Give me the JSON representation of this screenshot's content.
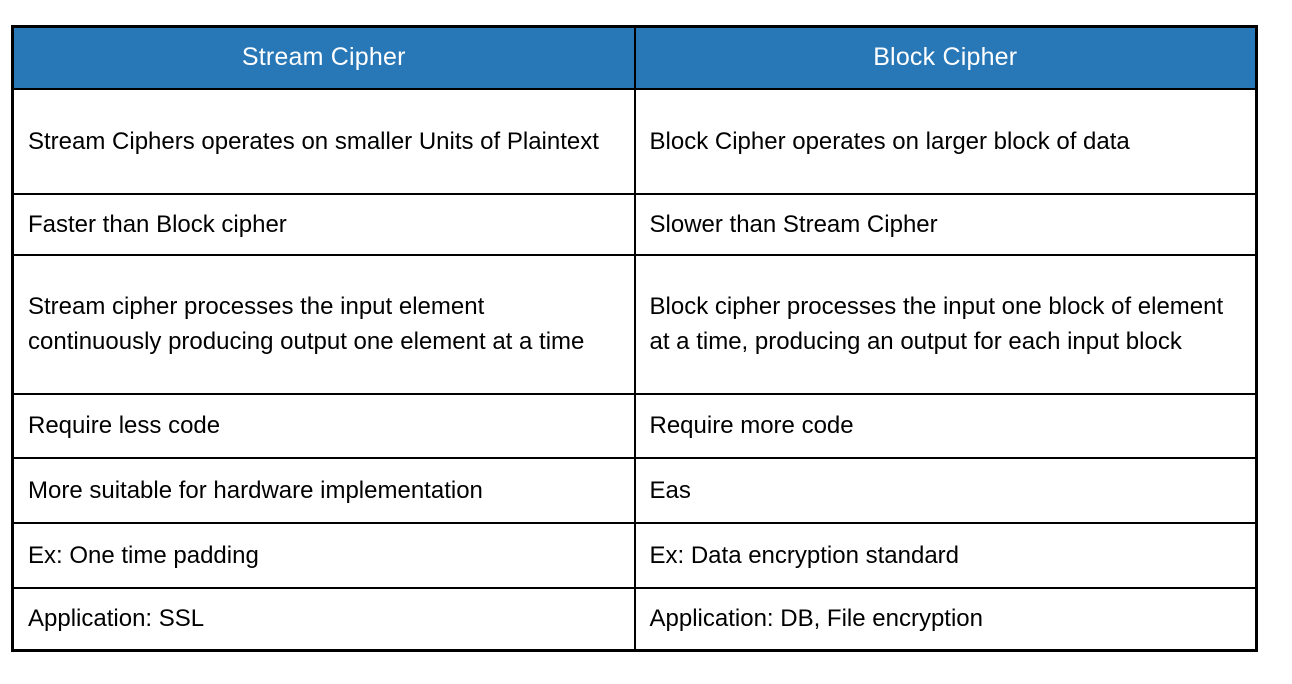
{
  "table": {
    "title": "Stream Cipher vs Block Cipher comparison table",
    "header_bg": "#2878B8",
    "header_text_color": "#FFFFFF",
    "border_color": "#000000",
    "headers": {
      "left": "Stream Cipher",
      "right": "Block Cipher"
    },
    "rows": [
      {
        "left": "Stream Ciphers operates on smaller Units of Plaintext",
        "right": "Block Cipher operates on larger block of data"
      },
      {
        "left": "Faster than Block cipher",
        "right": "Slower than Stream Cipher"
      },
      {
        "left": "Stream cipher processes the input element continuously producing output one element at a time",
        "right": "Block cipher processes the input one block of element at a time, producing an output for each input block"
      },
      {
        "left": "Require less code",
        "right": "Require more code"
      },
      {
        "left": "More suitable for hardware implementation",
        "right": "Eas"
      },
      {
        "left": "Ex: One time padding",
        "right": "Ex: Data encryption standard"
      },
      {
        "left": "Application: SSL",
        "right": "Application: DB, File encryption"
      }
    ]
  }
}
